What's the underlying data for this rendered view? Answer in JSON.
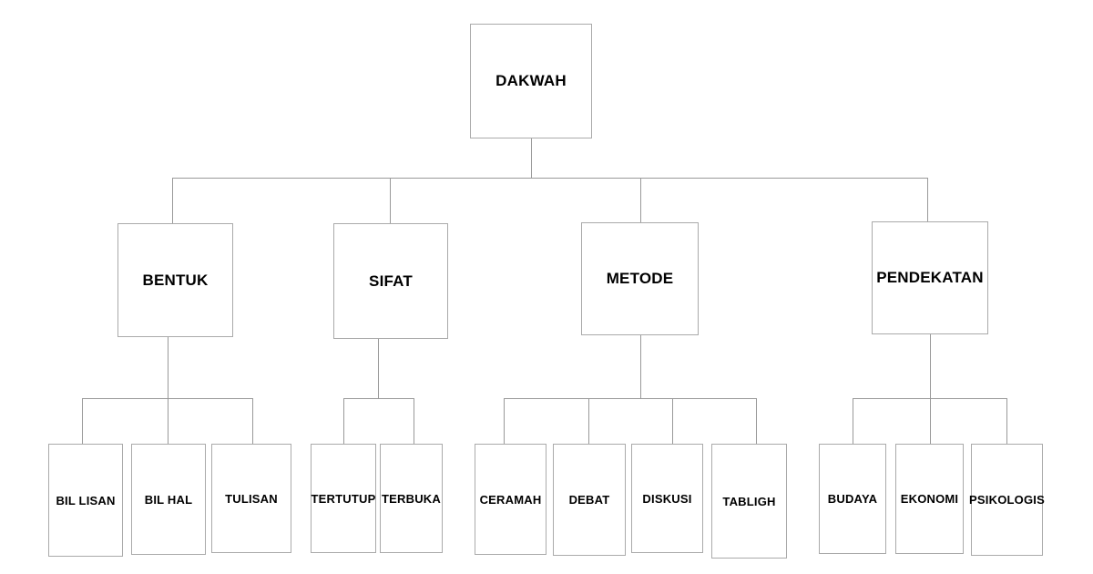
{
  "diagram": {
    "title": "DAKWAH",
    "type": "hierarchical-tree",
    "levels": 3,
    "colors": {
      "background": "#ffffff",
      "box_border": "#aaaaaa",
      "connector_line": "#999999",
      "text": "#000000"
    },
    "root": {
      "label": "DAKWAH"
    },
    "branches": [
      {
        "label": "BENTUK",
        "children": [
          {
            "label": "BIL LISAN"
          },
          {
            "label": "BIL HAL"
          },
          {
            "label": "TULISAN"
          }
        ]
      },
      {
        "label": "SIFAT",
        "children": [
          {
            "label": "TERTUTUP"
          },
          {
            "label": "TERBUKA"
          }
        ]
      },
      {
        "label": "METODE",
        "children": [
          {
            "label": "CERAMAH"
          },
          {
            "label": "DEBAT"
          },
          {
            "label": "DISKUSI"
          },
          {
            "label": "TABLIGH"
          }
        ]
      },
      {
        "label": "PENDEKATAN",
        "children": [
          {
            "label": "BUDAYA"
          },
          {
            "label": "EKONOMI"
          },
          {
            "label": "PSIKOLOGIS"
          }
        ]
      }
    ]
  }
}
